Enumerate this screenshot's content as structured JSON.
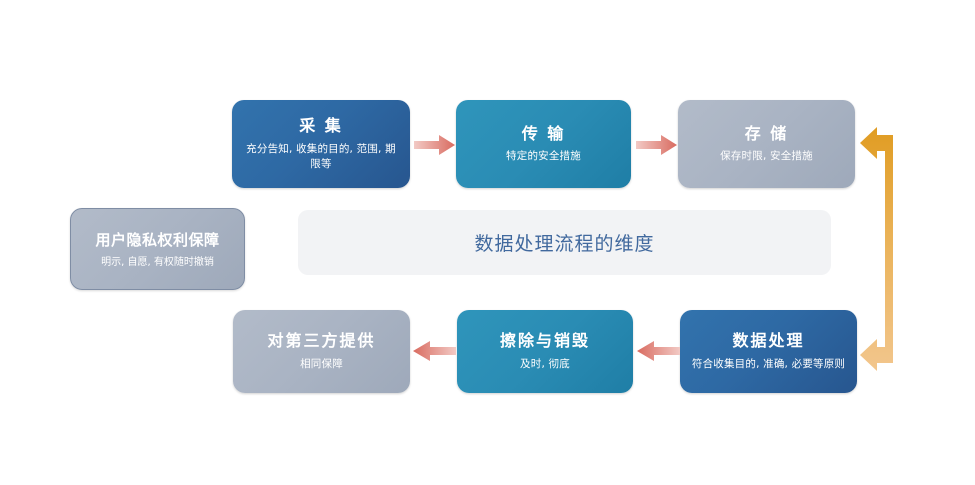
{
  "diagram": {
    "center_label": "数据处理流程的维度",
    "top_row": [
      {
        "id": "collect",
        "title": "采 集",
        "desc": "充分告知, 收集的目的, 范围, 期限等",
        "color": "#2e69a4",
        "style": "blue"
      },
      {
        "id": "transmit",
        "title": "传 输",
        "desc": "特定的安全措施",
        "color": "#2a8cb4",
        "style": "teal"
      },
      {
        "id": "store",
        "title": "存 储",
        "desc": "保存时限, 安全措施",
        "color": "#a9b3c3",
        "style": "gray"
      }
    ],
    "bottom_row": [
      {
        "id": "third-party",
        "title": "对第三方提供",
        "desc": "相同保障",
        "color": "#a9b3c3",
        "style": "gray"
      },
      {
        "id": "erase-destroy",
        "title": "擦除与销毁",
        "desc": "及时, 彻底",
        "color": "#2a8cb4",
        "style": "teal"
      },
      {
        "id": "processing",
        "title": "数据处理",
        "desc": "符合收集目的, 准确, 必要等原则",
        "color": "#2e69a4",
        "style": "blue"
      }
    ],
    "privacy": {
      "id": "privacy-rights",
      "title": "用户隐私权利保障",
      "desc": "明示, 自愿, 有权随时撤销",
      "color": "#a9b3c3"
    },
    "connectors": {
      "flow_arrow_color_light": "#f0c3bd",
      "flow_arrow_color_dark": "#d9685f",
      "loop_arrow_color_dark": "#e3a32a",
      "loop_arrow_color_light": "#f0c386"
    }
  }
}
